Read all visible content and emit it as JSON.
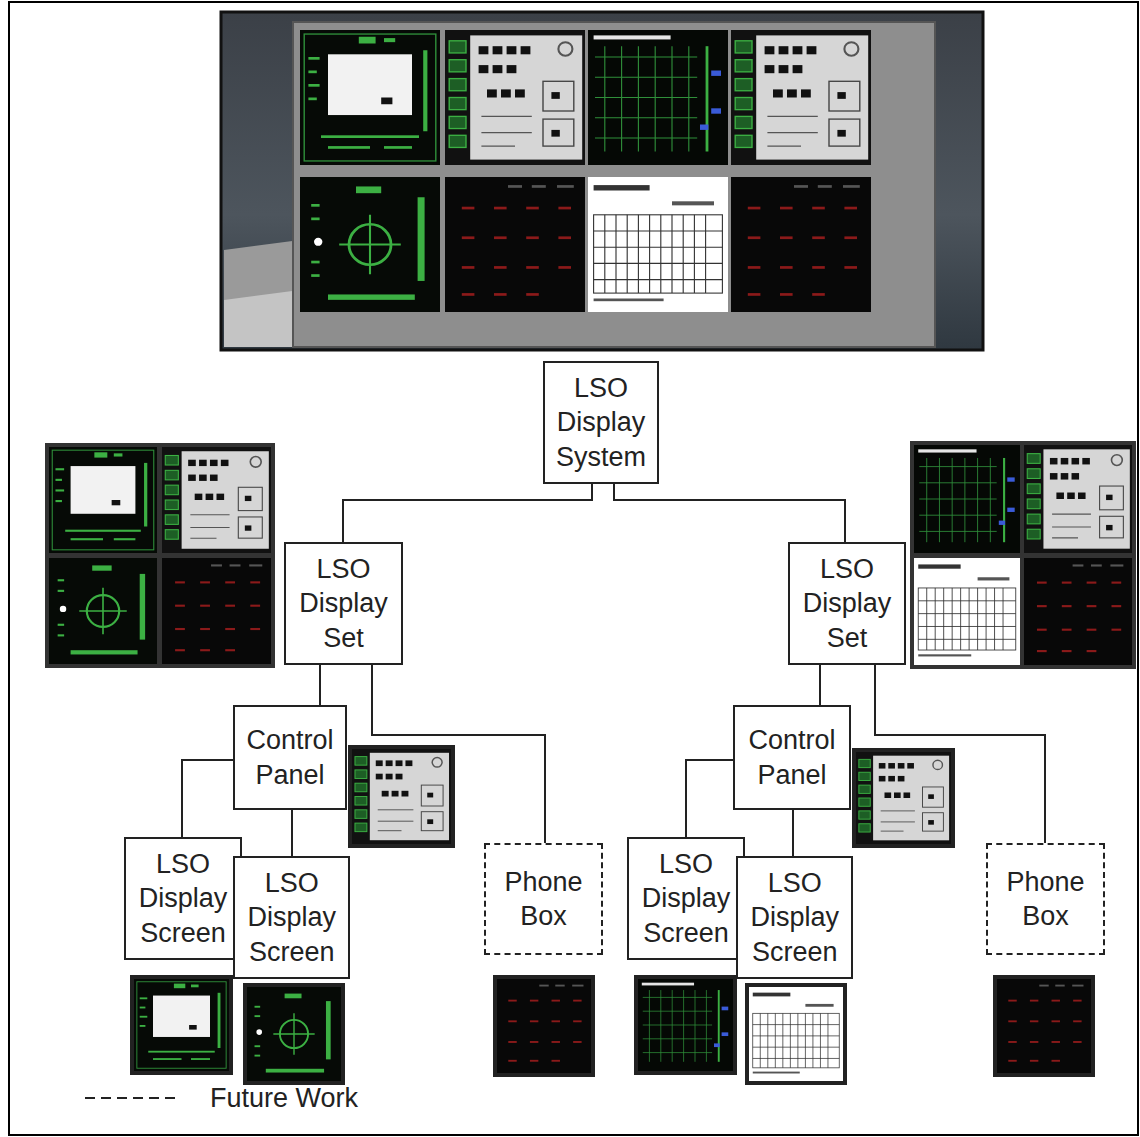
{
  "diagram": {
    "nodes": [
      {
        "text": [
          "LSO Display System"
        ]
      },
      {
        "text": [
          "LSO Display Set"
        ]
      },
      {
        "text": [
          "LSO Display Set"
        ]
      },
      {
        "text": [
          "Control Panel"
        ]
      },
      {
        "text": [
          "Phone Box"
        ]
      },
      {
        "text": [
          "LSO Display Screen"
        ]
      },
      {
        "text": [
          "LSO Display Screen"
        ]
      },
      {
        "text": [
          "Control Panel"
        ]
      },
      {
        "text": [
          "Phone Box"
        ]
      },
      {
        "text": [
          "LSO Display Screen"
        ]
      },
      {
        "text": [
          "LSO Display Screen"
        ]
      }
    ],
    "edges": [
      {
        "from": 0,
        "to": 1,
        "arrow": "none"
      },
      {
        "from": 0,
        "to": 2,
        "arrow": "none"
      },
      {
        "from": 1,
        "to": 3,
        "arrow": "none"
      },
      {
        "from": 1,
        "to": 4,
        "arrow": "none"
      },
      {
        "from": 3,
        "to": 5,
        "arrow": "none"
      },
      {
        "from": 3,
        "to": 6,
        "arrow": "none"
      },
      {
        "from": 2,
        "to": 7,
        "arrow": "none"
      },
      {
        "from": 2,
        "to": 8,
        "arrow": "none"
      },
      {
        "from": 7,
        "to": 9,
        "arrow": "none"
      },
      {
        "from": 7,
        "to": 10,
        "arrow": "none"
      }
    ],
    "legend": [
      {
        "text": "Future Work"
      }
    ]
  }
}
